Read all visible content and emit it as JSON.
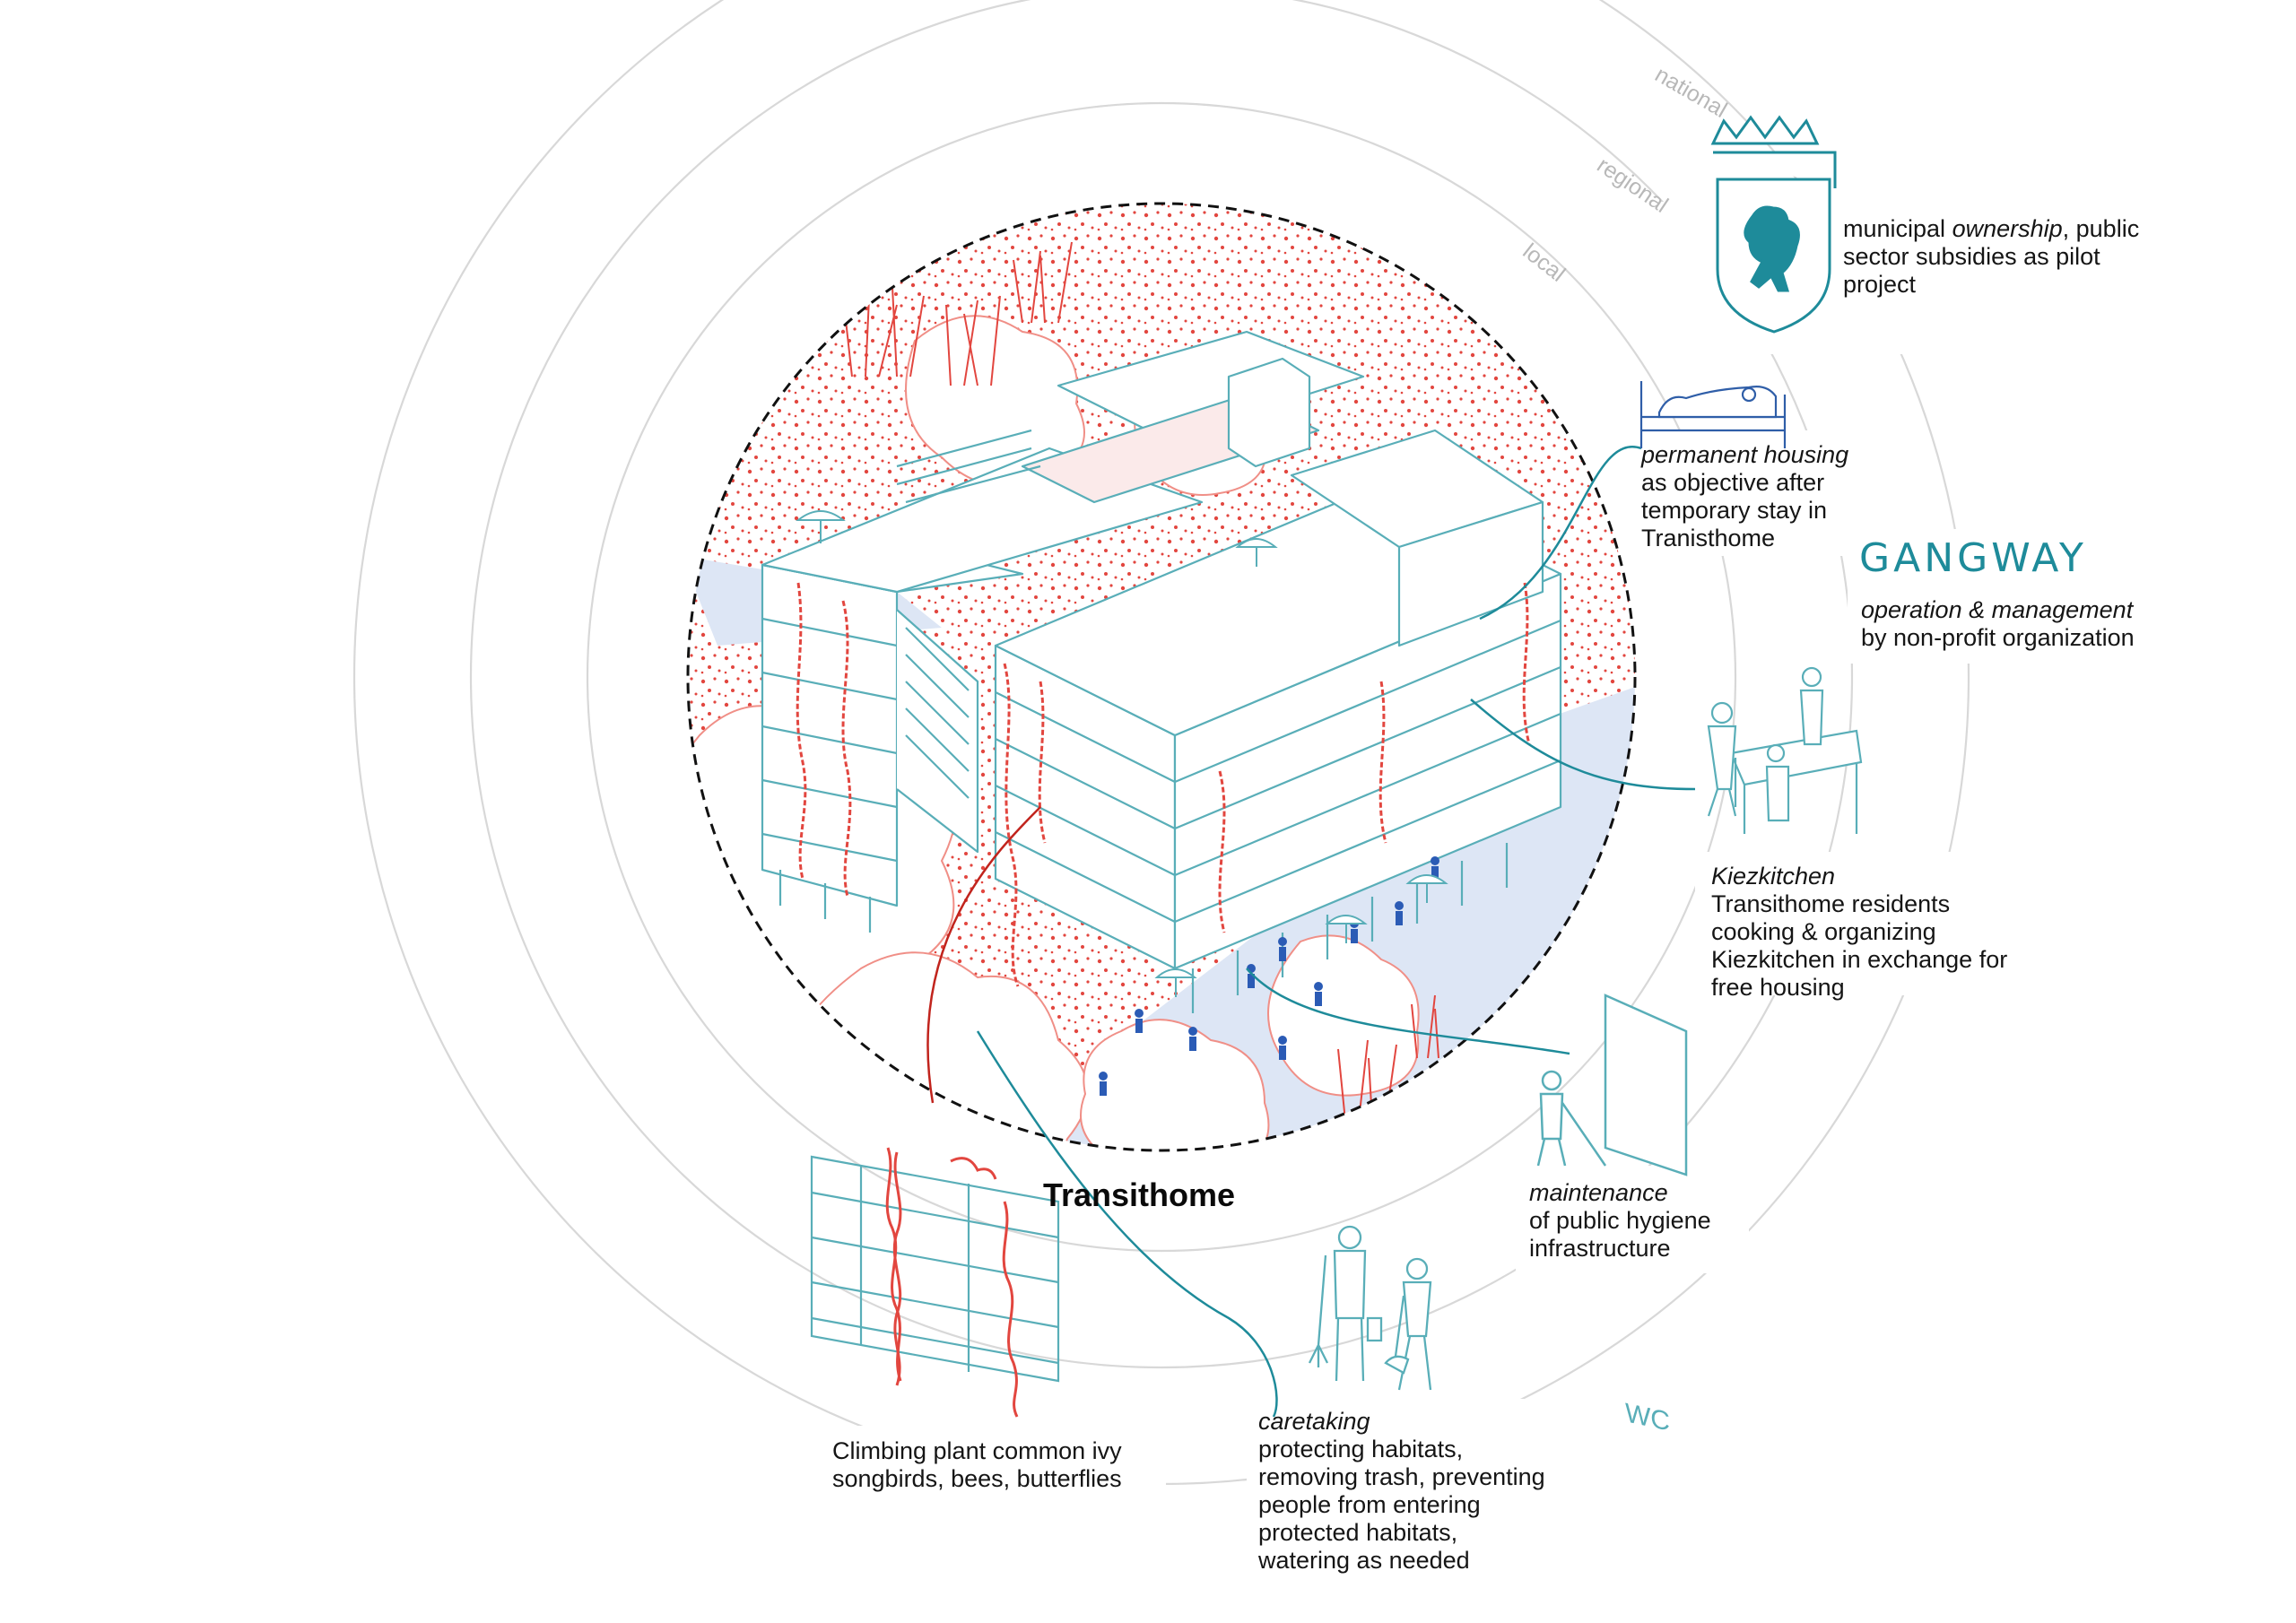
{
  "colors": {
    "teal": "#1e8b9a",
    "light_teal": "#8ccdd4",
    "red": "#e2463f",
    "pink": "#f3a9a2",
    "blue_ground": "#dde6f5",
    "ring_gray": "#d6d6d6",
    "dash": "#111111"
  },
  "rings": {
    "national": "national",
    "regional": "regional",
    "local": "local"
  },
  "project": {
    "title": "Transithome"
  },
  "operator": {
    "name": "GANGWAY",
    "role_italic": "operation & management",
    "role_rest": "by non-profit organization"
  },
  "annotations": {
    "ownership": {
      "prefix": "municipal ",
      "italic": "ownership",
      "suffix": ", public",
      "line2": "sector subsidies as pilot",
      "line3": "project"
    },
    "housing": {
      "italic": "permanent housing",
      "lines": [
        "as objective after",
        "temporary stay in",
        "Tranisthome"
      ]
    },
    "kiezkitchen": {
      "italic": "Kiezkitchen",
      "lines": [
        "Transithome residents",
        "cooking & organizing",
        "Kiezkitchen in exchange for",
        "free housing"
      ]
    },
    "maintenance": {
      "italic": "maintenance",
      "lines": [
        "of public hygiene",
        "infrastructure"
      ]
    },
    "caretaking": {
      "italic": "caretaking",
      "lines": [
        "protecting habitats,",
        "removing trash, preventing",
        "people from entering",
        "protected habitats,",
        "watering as needed"
      ]
    },
    "ivy": {
      "lines": [
        "Climbing plant common ivy",
        "songbirds, bees, butterflies"
      ]
    }
  },
  "icons": {
    "coat_of_arms": "berlin-bear-crest-icon",
    "bed": "bed-icon",
    "kitchen": "kitchen-people-icon",
    "wc": "wc-door-cleaner-icon",
    "caretakers": "caretakers-icon",
    "ivy_facade": "ivy-facade-icon",
    "building": "isometric-building-illustration"
  }
}
